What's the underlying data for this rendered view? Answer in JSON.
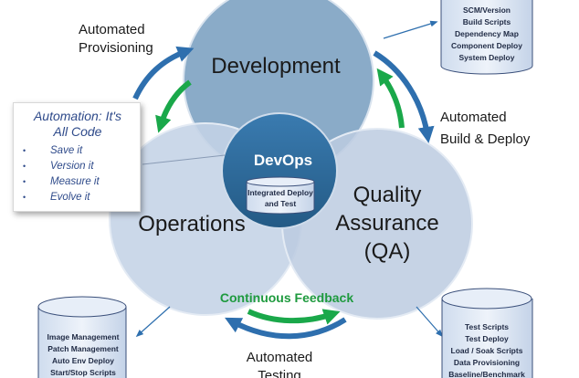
{
  "circles": {
    "development": "Development",
    "operations": "Operations",
    "qa_line1": "Quality",
    "qa_line2": "Assurance",
    "qa_line3": "(QA)"
  },
  "center": {
    "title": "DevOps",
    "cyl_line1": "Integrated Deploy",
    "cyl_line2": "and Test"
  },
  "labels": {
    "provisioning_line1": "Automated",
    "provisioning_line2": "Provisioning",
    "build_line1": "Automated",
    "build_line2": "Build & Deploy",
    "testing_line1": "Automated",
    "testing_line2": "Testing",
    "feedback": "Continuous Feedback"
  },
  "note": {
    "title_line1": "Automation: It's",
    "title_line2": "All Code",
    "items": [
      "Save it",
      "Version it",
      "Measure it",
      "Evolve it"
    ]
  },
  "cylinders": {
    "top_right": [
      "SCM/Version",
      "Build Scripts",
      "Dependency Map",
      "Component Deploy",
      "System Deploy"
    ],
    "bottom_left": [
      "Image Management",
      "Patch Management",
      "Auto Env Deploy",
      "Start/Stop Scripts"
    ],
    "bottom_right": [
      "Test Scripts",
      "Test Deploy",
      "Load / Soak Scripts",
      "Data Provisioning",
      "Baseline/Benchmark"
    ]
  },
  "colors": {
    "dev_circle": "#8aabc8",
    "ops_circle": "#c4d3e6",
    "qa_circle": "#bccbe0",
    "devops_center": "#2f6e9e",
    "blue_arrow": "#2e6fae",
    "green_arrow": "#1aa84a",
    "feedback_text": "#1e9a3e"
  }
}
